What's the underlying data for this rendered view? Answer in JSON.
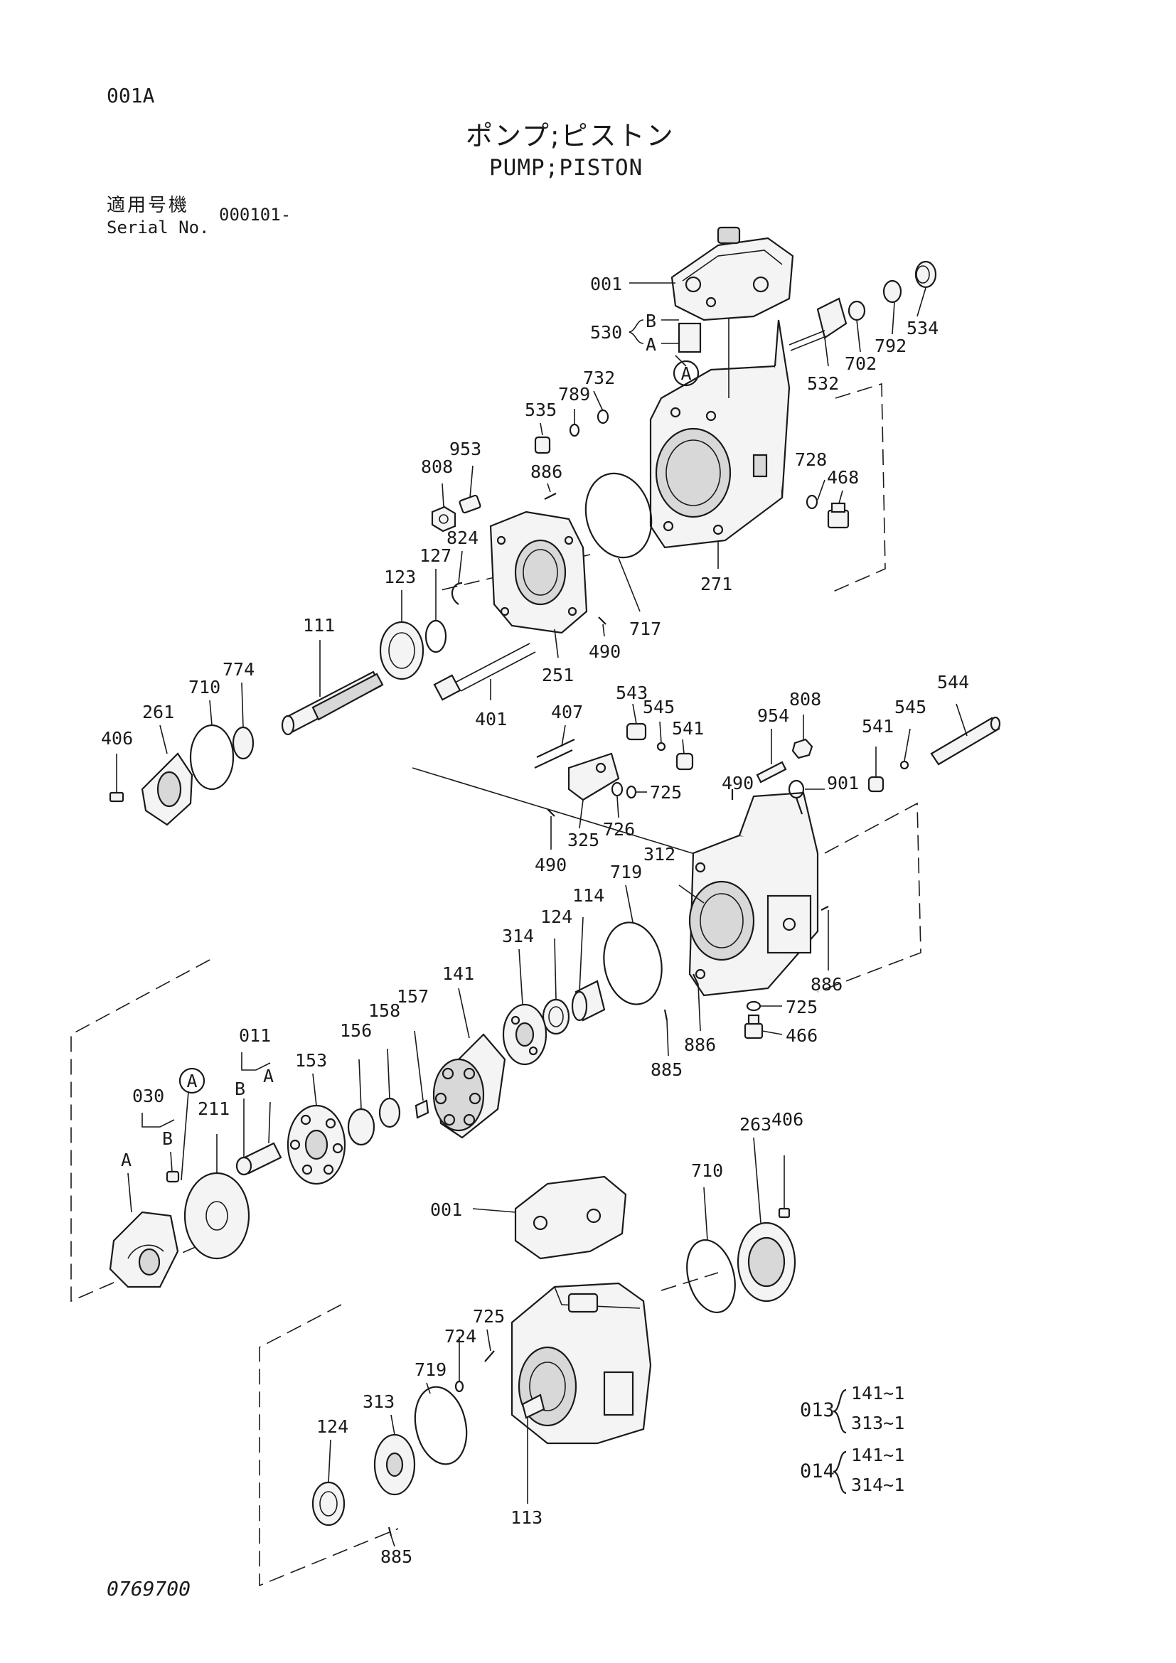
{
  "header": {
    "page_code": "001A",
    "title_jp": "ポンプ;ピストン",
    "title_en": "PUMP;PISTON",
    "serial_label_jp": "適用号機",
    "serial_label_en": "Serial No.",
    "serial_value": "000101-"
  },
  "footer": {
    "drawing_number": "0769700"
  },
  "callouts": {
    "c001a": "001",
    "c530": "530",
    "c530b": "B",
    "c530a": "A",
    "c_circA1": "A",
    "c534": "534",
    "c792": "792",
    "c702": "702",
    "c532": "532",
    "c732": "732",
    "c789": "789",
    "c535": "535",
    "c808a": "808",
    "c953": "953",
    "c886a": "886",
    "c728": "728",
    "c468": "468",
    "c127": "127",
    "c824": "824",
    "c123": "123",
    "c111": "111",
    "c774": "774",
    "c710a": "710",
    "c261": "261",
    "c406a": "406",
    "c717": "717",
    "c271": "271",
    "c490a": "490",
    "c251": "251",
    "c401": "401",
    "c543": "543",
    "c545a": "545",
    "c407": "407",
    "c541a": "541",
    "c954": "954",
    "c808b": "808",
    "c545b": "545",
    "c544": "544",
    "c541b": "541",
    "c725a": "725",
    "c490b": "490",
    "c901": "901",
    "c726": "726",
    "c325": "325",
    "c490c": "490",
    "c312": "312",
    "c719a": "719",
    "c114": "114",
    "c124a": "124",
    "c314": "314",
    "c141": "141",
    "c886b": "886",
    "c725b": "725",
    "c466": "466",
    "c886c": "886",
    "c885a": "885",
    "c011": "011",
    "c011b": "B",
    "c011a": "A",
    "c153": "153",
    "c156": "156",
    "c158": "158",
    "c157": "157",
    "c030": "030",
    "c030b": "B",
    "c030a": "A",
    "c_circA2": "A",
    "c211": "211",
    "c001b": "001",
    "c710b": "710",
    "c263": "263",
    "c406b": "406",
    "c725c": "725",
    "c724": "724",
    "c719b": "719",
    "c313": "313",
    "c124b": "124",
    "c113": "113",
    "c885b": "885"
  },
  "kits": [
    {
      "code": "013",
      "items": [
        "141~1",
        "313~1"
      ]
    },
    {
      "code": "014",
      "items": [
        "141~1",
        "314~1"
      ]
    }
  ]
}
